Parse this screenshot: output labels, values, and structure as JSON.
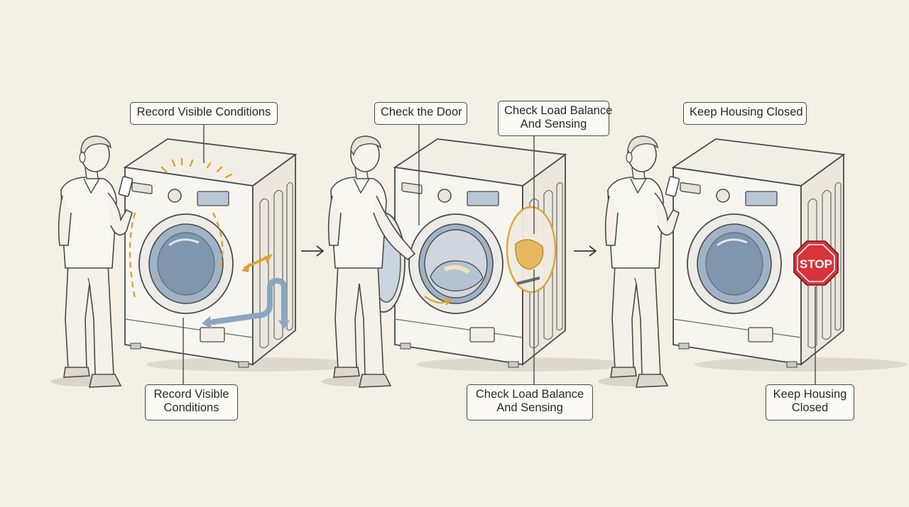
{
  "colors": {
    "background": "#f3f0e6",
    "line": "#4a4a4a",
    "accent_orange": "#e0a030",
    "water_blue": "#8aa6c2",
    "stop_red": "#d8323a"
  },
  "callouts": {
    "record_top": "Record Visible Conditions",
    "record_bottom_line1": "Record Visible",
    "record_bottom_line2": "Conditions",
    "door": "Check the Door",
    "load_top_line1": "Check Load Balance",
    "load_top_line2": "And Sensing",
    "load_bottom_line1": "Check Load Balance",
    "load_bottom_line2": "And Sensing",
    "housing_top": "Keep Housing Closed",
    "housing_bottom_line1": "Keep Housing",
    "housing_bottom_line2": "Closed"
  },
  "stop_sign": {
    "text": "STOP"
  },
  "icons": [
    "person-icon",
    "washing-machine-icon",
    "arrow-right-icon",
    "stop-sign-icon",
    "phone-icon"
  ]
}
